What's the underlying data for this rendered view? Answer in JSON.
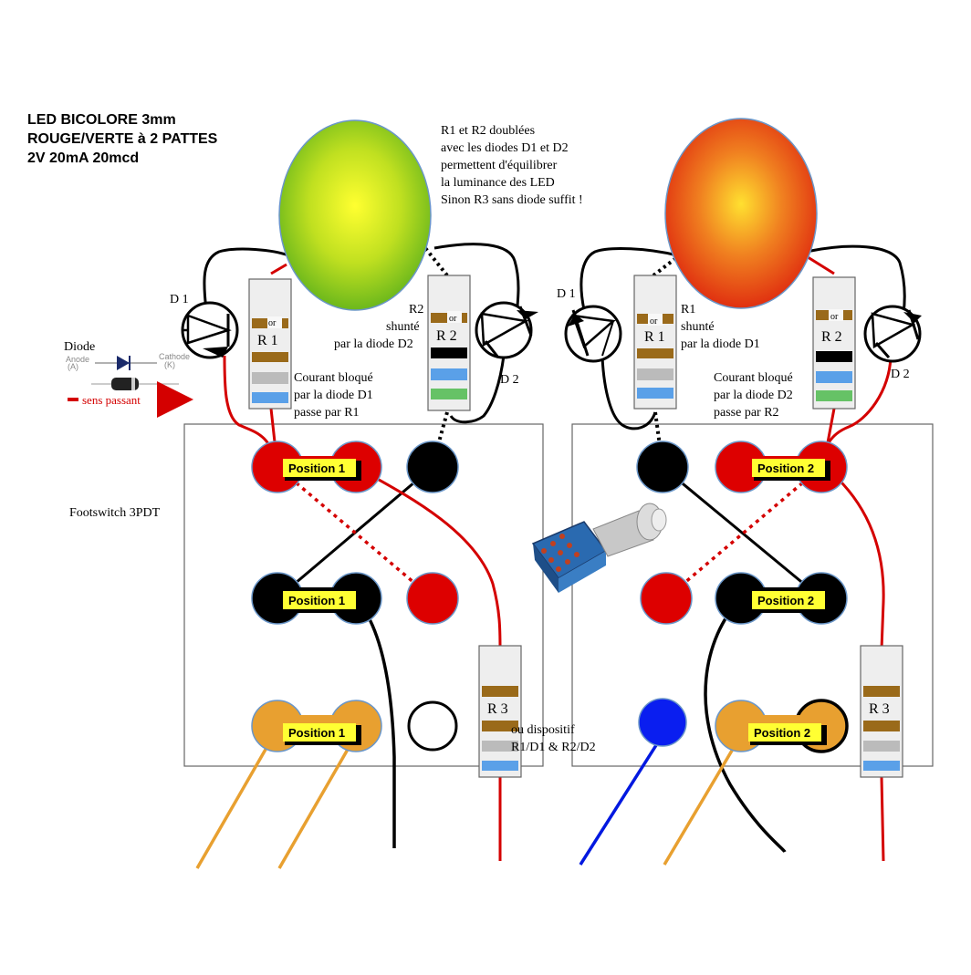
{
  "title": {
    "line1": "LED BICOLORE 3mm",
    "line2": "ROUGE/VERTE à 2 PATTES",
    "line3": "2V 20mA 20mcd"
  },
  "note": {
    "line1": "R1 et R2 doublées",
    "line2": "avec les diodes D1 et D2",
    "line3": "permettent d'équilibrer",
    "line4": "la luminance des LED",
    "line5": "Sinon R3 sans diode suffit !"
  },
  "legend": {
    "diode": "Diode",
    "anode": "Anode",
    "anode_sub": "(A)",
    "cathode": "Cathode",
    "cathode_sub": "(K)",
    "sens": "sens passant"
  },
  "footswitch_label": "Footswitch 3PDT",
  "left": {
    "d1": "D 1",
    "d2": "D 2",
    "r1": "R 1",
    "r2": "R 2",
    "r3": "R 3",
    "or": "or",
    "r2_note1": "R2",
    "r2_note2": "shunté",
    "r2_note3": "par la diode D2",
    "blocked1": "Courant bloqué",
    "blocked2": "par la diode D1",
    "blocked3": "passe par R1",
    "position": "Position  1",
    "r3_note1": "ou dispositif",
    "r3_note2": "R1/D1 & R2/D2"
  },
  "right": {
    "d1": "D 1",
    "d2": "D 2",
    "r1": "R 1",
    "r2": "R 2",
    "r3": "R 3",
    "or": "or",
    "r1_note1": "R1",
    "r1_note2": "shunté",
    "r1_note3": "par la diode D1",
    "blocked1": "Courant bloqué",
    "blocked2": "par la diode D2",
    "blocked3": "passe par R2",
    "position": "Position  2"
  },
  "colors": {
    "red_wire": "#d40000",
    "black_wire": "#000000",
    "orange_wire": "#e8a030",
    "blue_wire": "#0018e0",
    "pad_red": "#dd0000",
    "pad_black": "#000000",
    "pad_orange": "#e8a030",
    "pad_blue": "#0a1ef0",
    "label_bg": "#ffff33",
    "led_green": "#a0d020",
    "led_orange": "#e85010"
  }
}
